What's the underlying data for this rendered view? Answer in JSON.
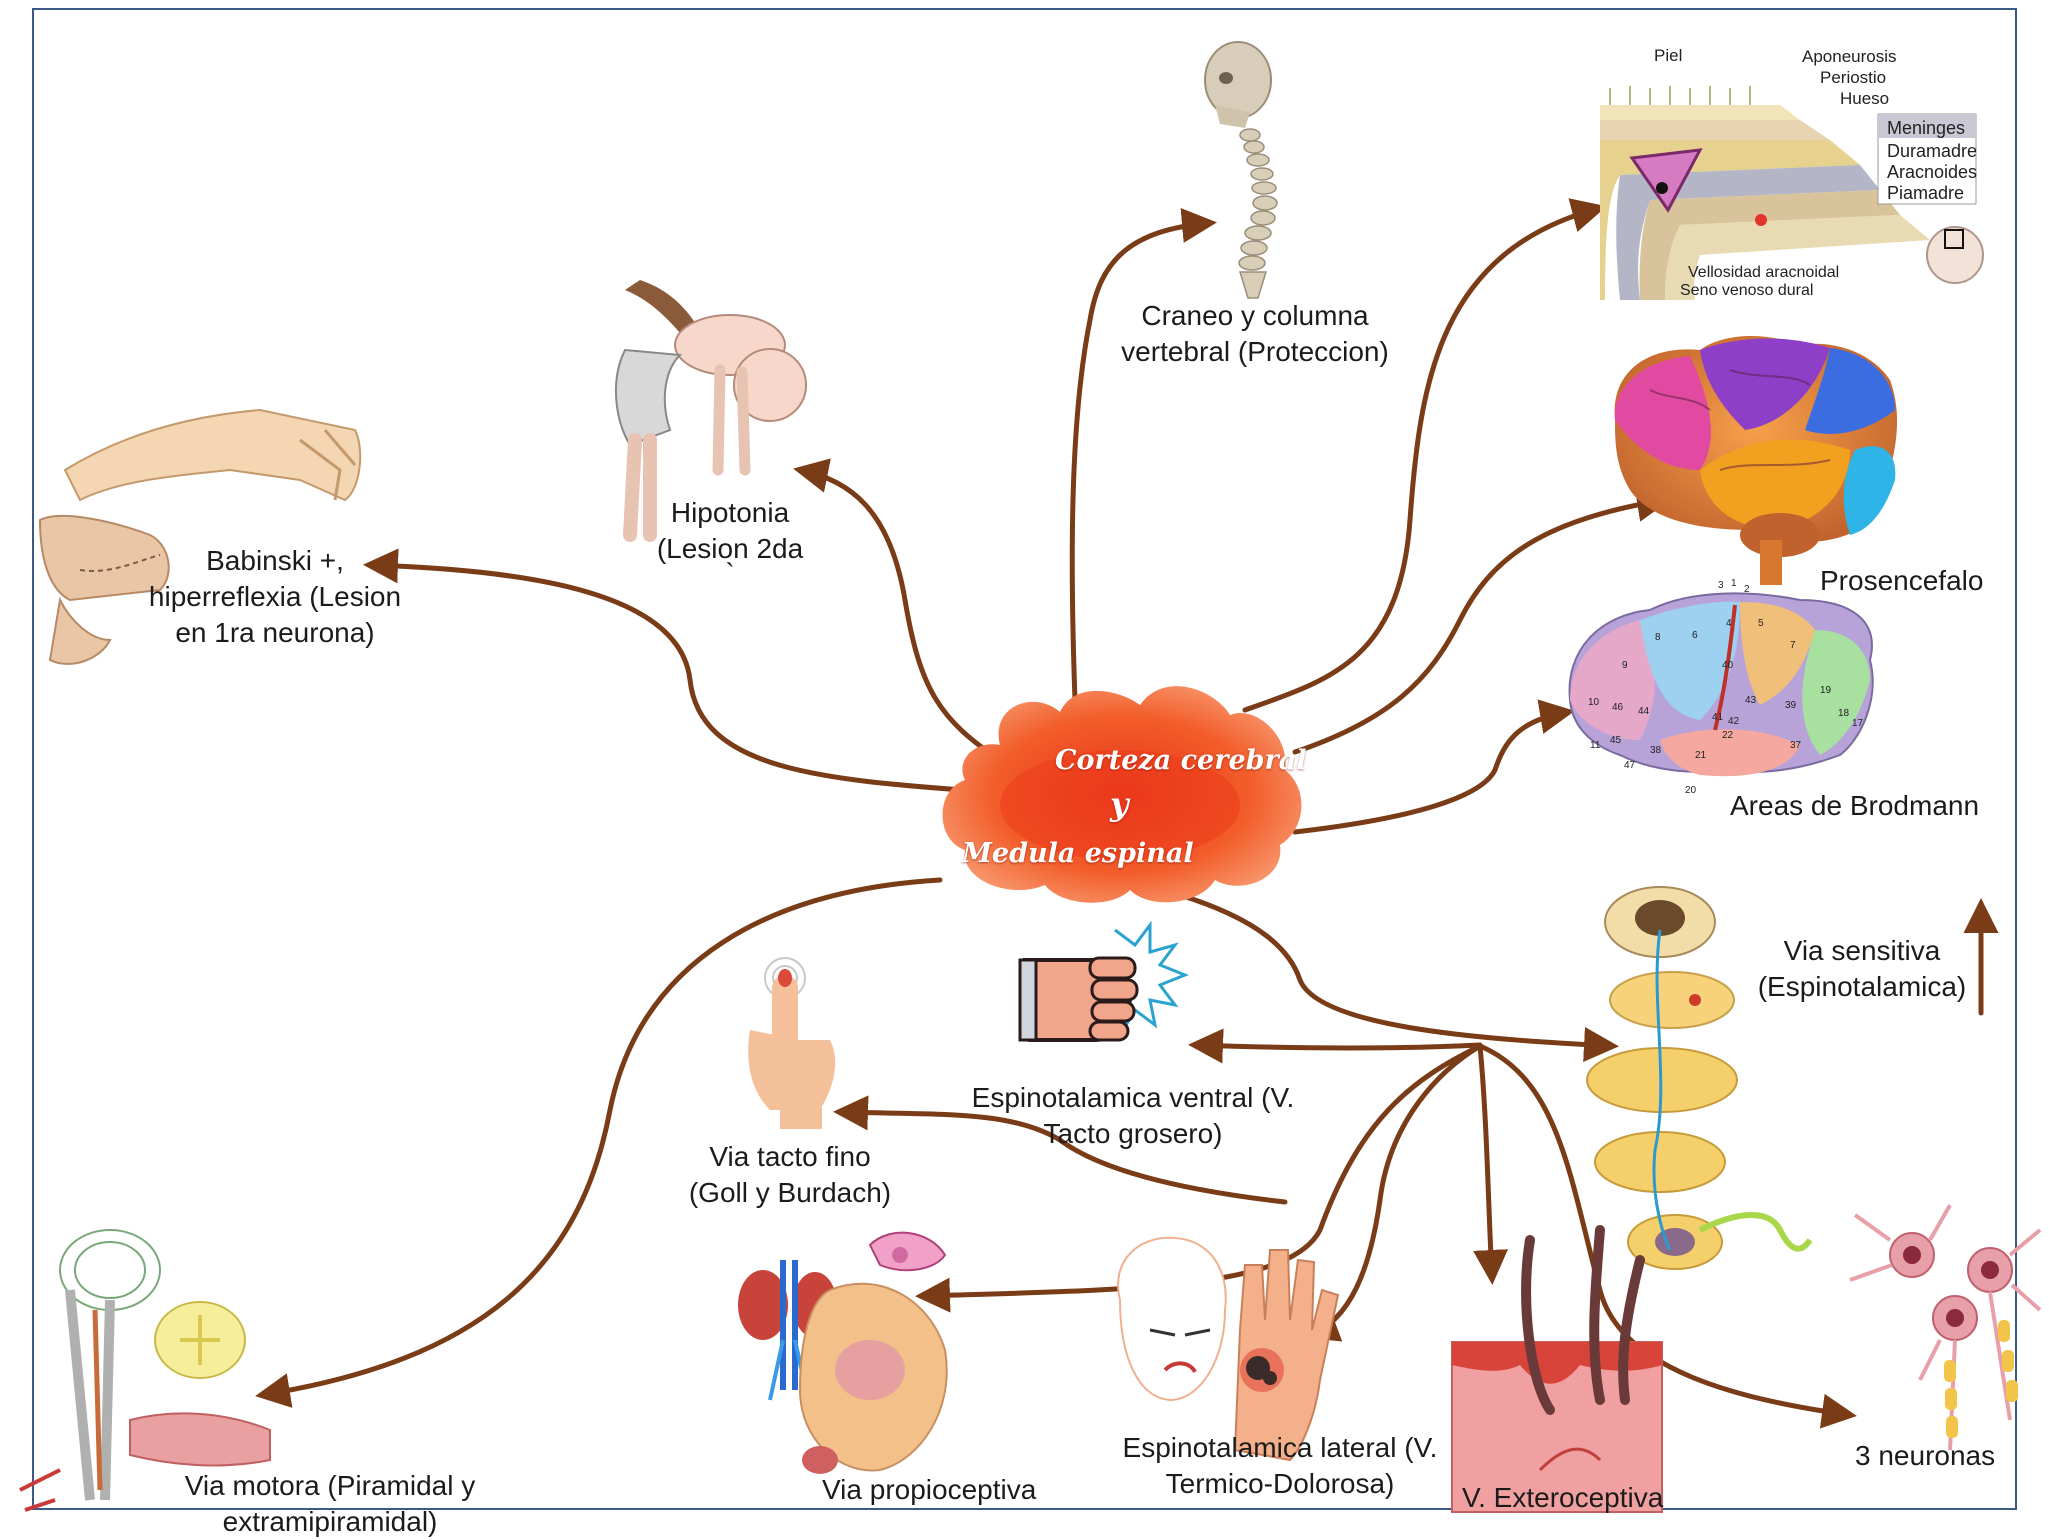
{
  "center": {
    "line1": "Corteza cerebral",
    "line2": "y",
    "line3": "Medula espinal"
  },
  "nodes": {
    "babinski": [
      "Babinski +,",
      "hiperreflexia (Lesion",
      "en 1ra neurona)"
    ],
    "hipotonia": [
      "Hipotonia",
      "(Lesion 2da",
      "`"
    ],
    "craneo": [
      "Craneo y columna",
      "vertebral (Proteccion)"
    ],
    "prosencefalo": "Prosencefalo",
    "brodmann": "Areas de Brodmann",
    "via_sensitiva": [
      "Via sensitiva",
      "(Espinotalamica)"
    ],
    "espino_ventral": [
      "Espinotalamica ventral (V.",
      "Tacto grosero)"
    ],
    "tacto_fino": [
      "Via tacto fino",
      "(Goll y Burdach)"
    ],
    "via_motora": [
      "Via motora (Piramidal y",
      "extramipiramidal)"
    ],
    "propioceptiva": "Via propioceptiva",
    "espino_lateral": [
      "Espinotalamica lateral (V.",
      "Termico-Dolorosa)"
    ],
    "exteroceptiva": "V. Exteroceptiva",
    "neuronas": "3 neuronas"
  },
  "meninges_figure": {
    "labels_top": [
      "Piel",
      "Aponeurosis",
      "Periostio",
      "Hueso"
    ],
    "legend_title": "Meninges",
    "legend_items": [
      "Duramadre",
      "Aracnoides",
      "Piamadre"
    ],
    "labels_bottom": [
      "Vellosidad aracnoidal",
      "Seno venoso dural"
    ]
  },
  "brodmann_numbers": [
    "3",
    "1",
    "2",
    "4",
    "6",
    "8",
    "9",
    "10",
    "46",
    "44",
    "45",
    "47",
    "40",
    "43",
    "41",
    "42",
    "22",
    "21",
    "20",
    "38",
    "39",
    "19",
    "18",
    "17",
    "37",
    "5",
    "7",
    "11"
  ],
  "colors": {
    "arrow": "#7a3c17",
    "blob": "#f05a28",
    "frame": "#3c5a88"
  }
}
